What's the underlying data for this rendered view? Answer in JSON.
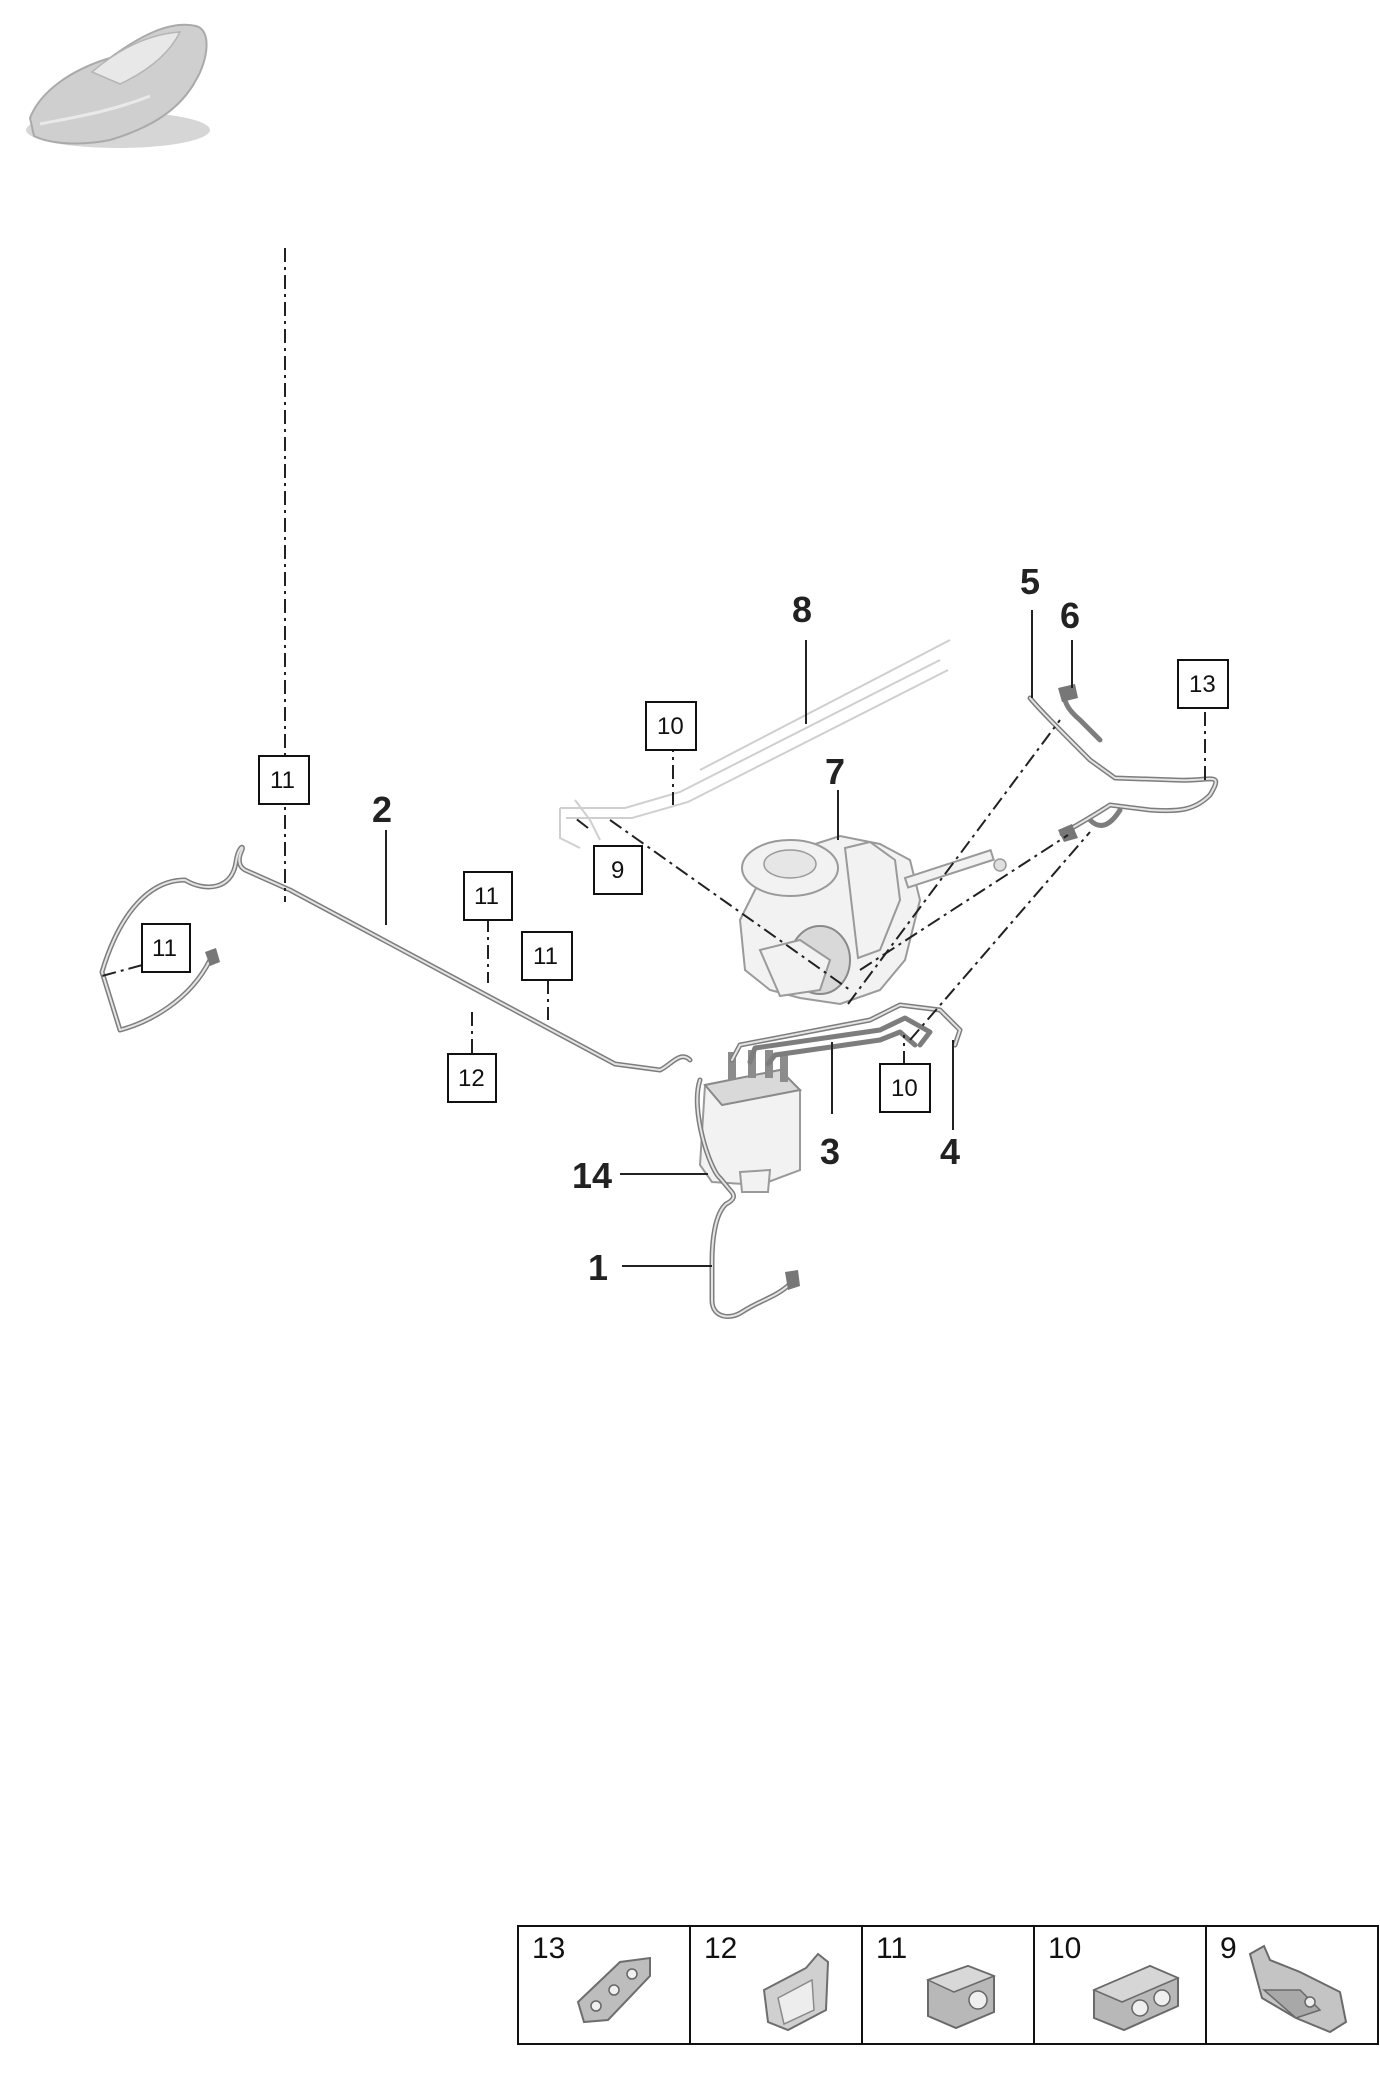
{
  "callouts": {
    "c1": "1",
    "c2": "2",
    "c3": "3",
    "c4": "4",
    "c5": "5",
    "c6": "6",
    "c7": "7",
    "c8": "8",
    "c14": "14"
  },
  "boxed_refs": {
    "b9": "9",
    "b10a": "10",
    "b10b": "10",
    "b11a": "11",
    "b11b": "11",
    "b11c": "11",
    "b11d": "11",
    "b12": "12",
    "b13": "13"
  },
  "legend": {
    "cells": [
      {
        "number": "13",
        "icon": "pipe-clip-icon"
      },
      {
        "number": "12",
        "icon": "bracket-clip-icon"
      },
      {
        "number": "11",
        "icon": "holder-block-icon"
      },
      {
        "number": "10",
        "icon": "double-holder-icon"
      },
      {
        "number": "9",
        "icon": "mounting-bracket-icon"
      }
    ]
  },
  "colors": {
    "pipe": "#7d7d7d",
    "outline": "#222222",
    "ghost": "#cfcfcf"
  }
}
